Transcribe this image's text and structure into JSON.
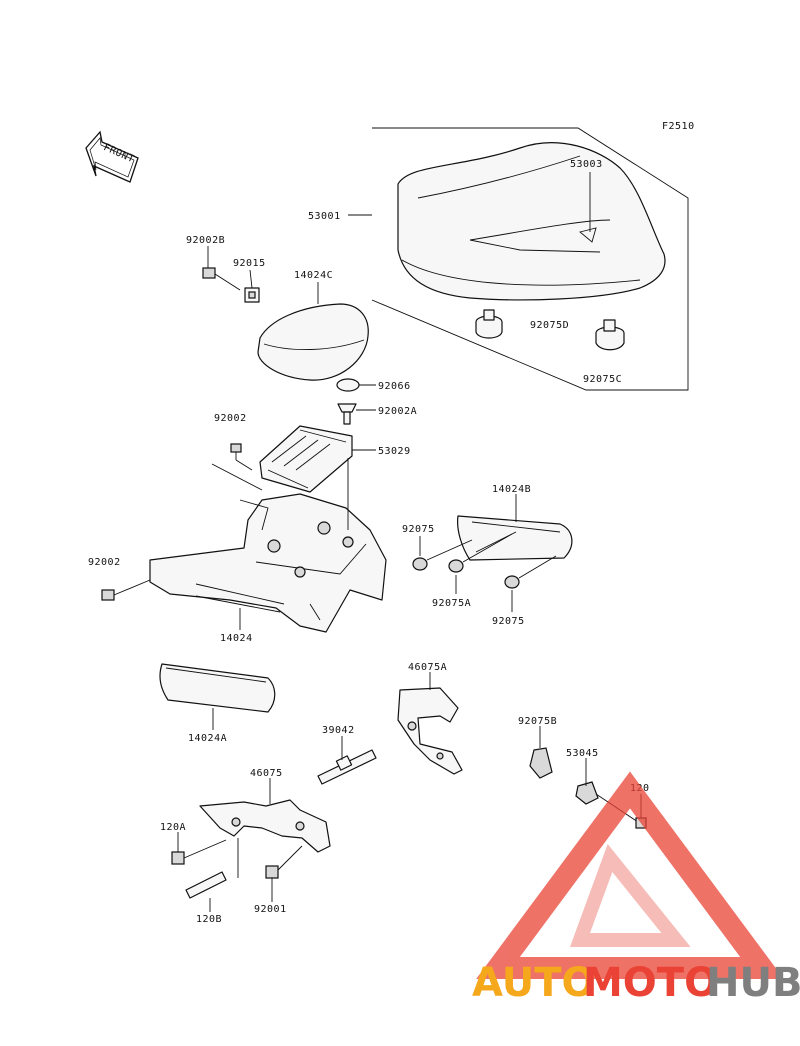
{
  "figure_code": "F2510",
  "front_arrow_label": "FRONT",
  "parts": {
    "p53001": "53001",
    "p53003": "53003",
    "p92075D": "92075D",
    "p92075C": "92075C",
    "p92002B": "92002B",
    "p92015": "92015",
    "p14024C": "14024C",
    "p92066": "92066",
    "p92002A": "92002A",
    "p92002_top": "92002",
    "p53029": "53029",
    "p14024B": "14024B",
    "p92075_a": "92075",
    "p92075A": "92075A",
    "p92075_b": "92075",
    "p92002_left": "92002",
    "p14024": "14024",
    "p14024A": "14024A",
    "p46075A": "46075A",
    "p39042": "39042",
    "p92075B": "92075B",
    "p53045": "53045",
    "p120": "120",
    "p46075": "46075",
    "p120A": "120A",
    "p120B": "120B",
    "p92001": "92001"
  },
  "watermark": {
    "auto": "AUTO",
    "moto": "MOTO",
    "hub": "HUB",
    "color_orange": "#f5a81c",
    "color_red": "#ea4335",
    "color_gray": "#7f7f7f"
  }
}
